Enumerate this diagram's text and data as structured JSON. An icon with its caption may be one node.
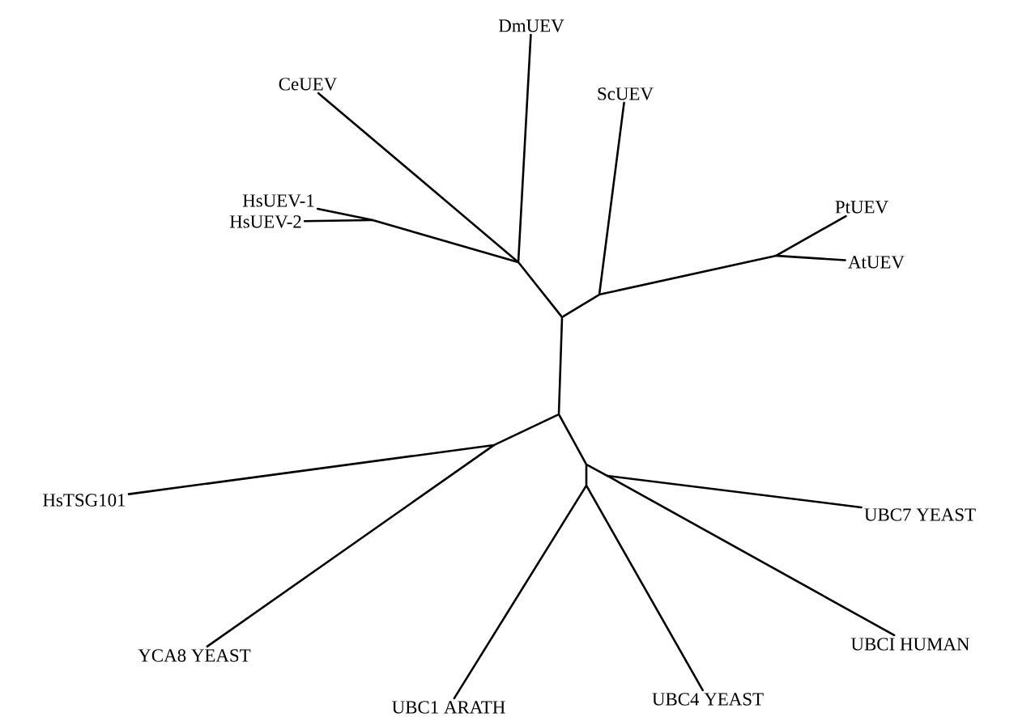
{
  "diagram": {
    "nodes": [
      {
        "text": [
          "DmUEV"
        ]
      },
      {
        "text": [
          "CeUEV"
        ]
      },
      {
        "text": [
          "ScUEV"
        ]
      },
      {
        "text": [
          "HsUEV-1"
        ]
      },
      {
        "text": [
          "HsUEV-2"
        ]
      },
      {
        "text": [
          "PtUEV"
        ]
      },
      {
        "text": [
          "AtUEV"
        ]
      },
      {
        "text": [
          "HsTSG101"
        ]
      },
      {
        "text": [
          "UBC7 YEAST"
        ]
      },
      {
        "text": [
          "YCA8 YEAST"
        ]
      },
      {
        "text": [
          "UBCI HUMAN"
        ]
      },
      {
        "text": [
          "UBC1 ARATH"
        ]
      },
      {
        "text": [
          "UBC4 YEAST"
        ]
      },
      {
        "text": [],
        "shape": "point"
      },
      {
        "text": [],
        "shape": "point"
      },
      {
        "text": [],
        "shape": "point"
      },
      {
        "text": [],
        "shape": "point"
      },
      {
        "text": [],
        "shape": "point"
      },
      {
        "text": [],
        "shape": "point"
      },
      {
        "text": [],
        "shape": "point"
      },
      {
        "text": [],
        "shape": "point"
      },
      {
        "text": [],
        "shape": "point"
      },
      {
        "text": [],
        "shape": "point"
      }
    ],
    "edges": [
      {
        "from": 13,
        "to": 14,
        "arrow": "none"
      },
      {
        "from": 13,
        "to": 15,
        "arrow": "none"
      },
      {
        "from": 13,
        "to": 17,
        "arrow": "none"
      },
      {
        "from": 15,
        "to": 16,
        "arrow": "none"
      },
      {
        "from": 15,
        "to": 1,
        "arrow": "none"
      },
      {
        "from": 15,
        "to": 0,
        "arrow": "none"
      },
      {
        "from": 16,
        "to": 3,
        "arrow": "none"
      },
      {
        "from": 16,
        "to": 4,
        "arrow": "none"
      },
      {
        "from": 17,
        "to": 2,
        "arrow": "none"
      },
      {
        "from": 17,
        "to": 18,
        "arrow": "none"
      },
      {
        "from": 18,
        "to": 5,
        "arrow": "none"
      },
      {
        "from": 18,
        "to": 6,
        "arrow": "none"
      },
      {
        "from": 14,
        "to": 19,
        "arrow": "none"
      },
      {
        "from": 14,
        "to": 20,
        "arrow": "none"
      },
      {
        "from": 19,
        "to": 7,
        "arrow": "none"
      },
      {
        "from": 19,
        "to": 9,
        "arrow": "none"
      },
      {
        "from": 20,
        "to": 21,
        "arrow": "none"
      },
      {
        "from": 20,
        "to": 22,
        "arrow": "none"
      },
      {
        "from": 21,
        "to": 11,
        "arrow": "none"
      },
      {
        "from": 21,
        "to": 12,
        "arrow": "none"
      },
      {
        "from": 22,
        "to": 8,
        "arrow": "none"
      },
      {
        "from": 22,
        "to": 10,
        "arrow": "none"
      }
    ]
  }
}
